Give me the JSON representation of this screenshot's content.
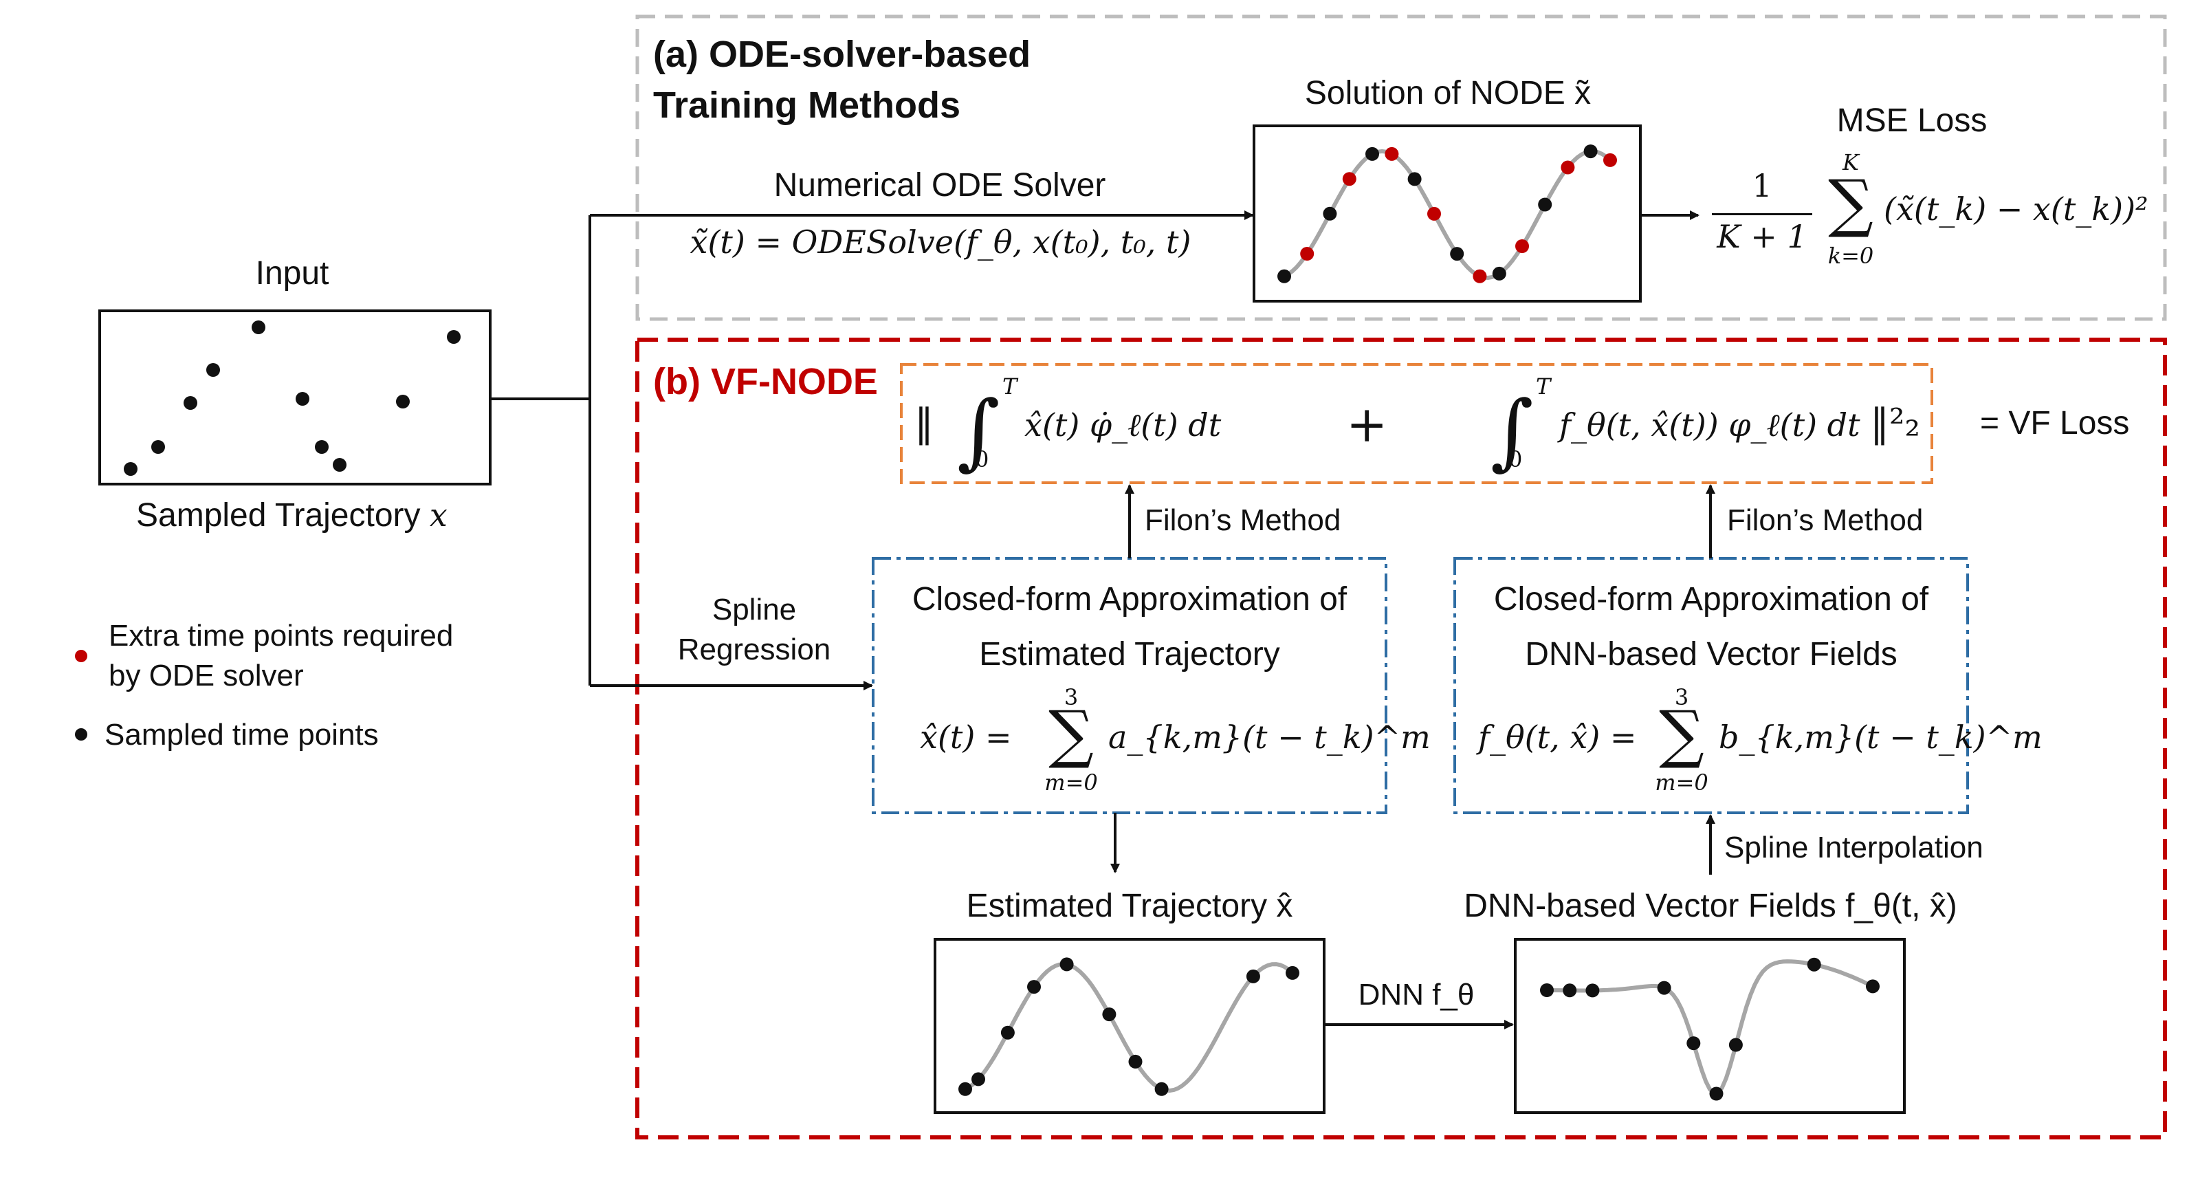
{
  "colors": {
    "black": "#111111",
    "panel_a_border": "#bdbdbd",
    "panel_b_border": "#c00000",
    "panel_b_title": "#c00000",
    "loss_box_border": "#e8833a",
    "approx_box_border": "#2e6da4",
    "curve": "#a6a6a6",
    "sample_point": "#111111",
    "extra_point": "#c00000"
  },
  "input": {
    "title": "Input",
    "caption": "Sampled Trajectory",
    "caption_var": "x"
  },
  "legend": {
    "extra_line1": "Extra time points required",
    "extra_line2": "by ODE solver",
    "sampled": "Sampled time points"
  },
  "panel_a": {
    "title_line1": "(a) ODE-solver-based",
    "title_line2": "Training Methods",
    "solver_label": "Numerical ODE Solver",
    "solver_formula": "x̃(t) = ODESolve(f_θ, x(t₀), t₀, t)",
    "solution_label": "Solution of NODE x̃",
    "mse_label": "MSE Loss",
    "mse_formula_num": "1",
    "mse_formula_den": "K + 1",
    "mse_sum_top": "K",
    "mse_sum_bottom": "k=0",
    "mse_formula_body": "(x̃(t_k) − x(t_k))²"
  },
  "panel_b": {
    "title": "(b) VF-NODE",
    "loss_left_bar": "‖",
    "loss_int_top": "T",
    "loss_int_bottom": "0",
    "loss_term1": "x̂(t) φ̇_ℓ(t) dt",
    "loss_plus": "+",
    "loss_term2": "f_θ(t, x̂(t)) φ_ℓ(t) dt",
    "loss_right_bar": "‖²₂",
    "vf_loss_label": "= VF Loss",
    "filon_left": "Filon’s Method",
    "filon_right": "Filon’s Method",
    "spline_reg_line1": "Spline",
    "spline_reg_line2": "Regression",
    "approx_left_line1": "Closed-form Approximation of",
    "approx_left_line2": "Estimated Trajectory",
    "approx_left_lhs": "x̂(t) =",
    "approx_left_rhs": "a_{k,m}(t − t_k)^m",
    "approx_right_line1": "Closed-form Approximation of",
    "approx_right_line2": "DNN-based Vector Fields",
    "approx_right_lhs": "f_θ(t, x̂) =",
    "approx_right_rhs": "b_{k,m}(t − t_k)^m",
    "sum_top": "3",
    "sum_bottom": "m=0",
    "spline_interp": "Spline Interpolation",
    "est_traj_label": "Estimated Trajectory x̂",
    "dnn_vf_label": "DNN-based Vector Fields f_θ(t, x̂)",
    "dnn_label": "DNN f_θ"
  }
}
